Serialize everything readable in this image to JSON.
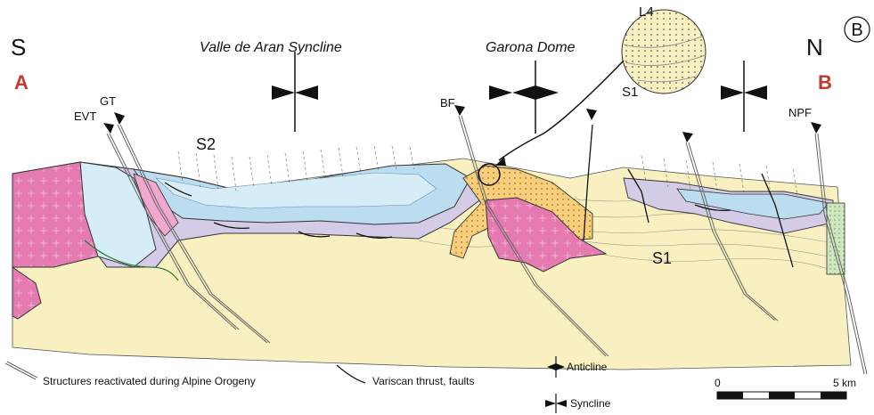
{
  "panel_label": "B",
  "direction": {
    "south": "S",
    "north": "N"
  },
  "endpoints": {
    "start": "A",
    "end": "B"
  },
  "structures": {
    "syncline_left": "Valle de Aran Syncline",
    "dome": "Garona Dome"
  },
  "faults": {
    "evt": "EVT",
    "gt": "GT",
    "bf": "BF",
    "npf": "NPF"
  },
  "foliations": {
    "s2": "S2",
    "s1_main": "S1",
    "s1_inset": "S1",
    "l4": "L4"
  },
  "legend": {
    "alpine": "Structures reactivated during Alpine Orogeny",
    "variscan": "Variscan thrust, faults",
    "anticline": "Anticline",
    "syncline": "Syncline"
  },
  "scale": {
    "zero": "0",
    "five": "5 km"
  },
  "colors": {
    "base": "#f8f0c0",
    "light_blue": "#d6ecf7",
    "blue": "#bcdcef",
    "purple": "#d4cbe6",
    "pink": "#e47ab0",
    "orange": "#f7ce7a",
    "green": "#cfe6c0",
    "accent_red": "#c0392b"
  }
}
